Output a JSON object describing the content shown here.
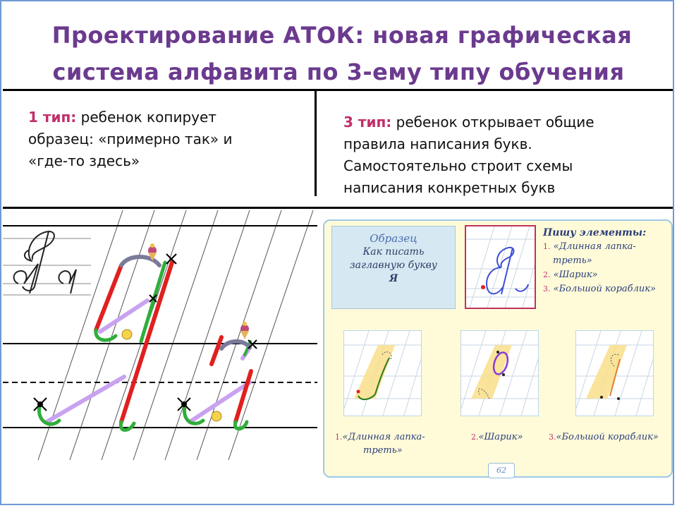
{
  "title": {
    "line1": "Проектирование АТОК: новая графическая",
    "line2": "система алфавита по 3-ему типу обучения"
  },
  "left_column": {
    "keyword": "1 тип:",
    "line1_rest": " ребенок копирует",
    "line2": "образец: «примерно так» и",
    "line3": "«где-то здесь»"
  },
  "right_column": {
    "keyword": "3 тип:",
    "line1_rest": " ребенок открывает общие",
    "line2": "правила написания букв.",
    "line3": "Самостоятельно строит схемы",
    "line4": "написания  конкретных букв"
  },
  "sample_box": {
    "line1": "Образец",
    "line2": "Как писать",
    "line3": "заглавную букву",
    "line4": "Я"
  },
  "elements": {
    "heading": "Пишу элементы:",
    "items": [
      {
        "num": "1.",
        "text": "«Длинная лапка-",
        "text2": "треть»"
      },
      {
        "num": "2.",
        "text": "«Шарик»"
      },
      {
        "num": "3.",
        "text": "«Большой кораблик»"
      }
    ]
  },
  "captions": [
    {
      "num": "1.",
      "text": "«Длинная лапка-",
      "text2": "треть»"
    },
    {
      "num": "2.",
      "text": "«Шарик»"
    },
    {
      "num": "3.",
      "text": "«Большой кораблик»"
    }
  ],
  "page_number": "62",
  "colors": {
    "title": "#6b3a8e",
    "keyword": "#c0306a",
    "stroke_red": "#e02020",
    "stroke_green": "#2fae3a",
    "stroke_violet": "#c9a2f0",
    "stroke_gray": "#7a7a9a",
    "panel_bg": "#fffbd9"
  }
}
